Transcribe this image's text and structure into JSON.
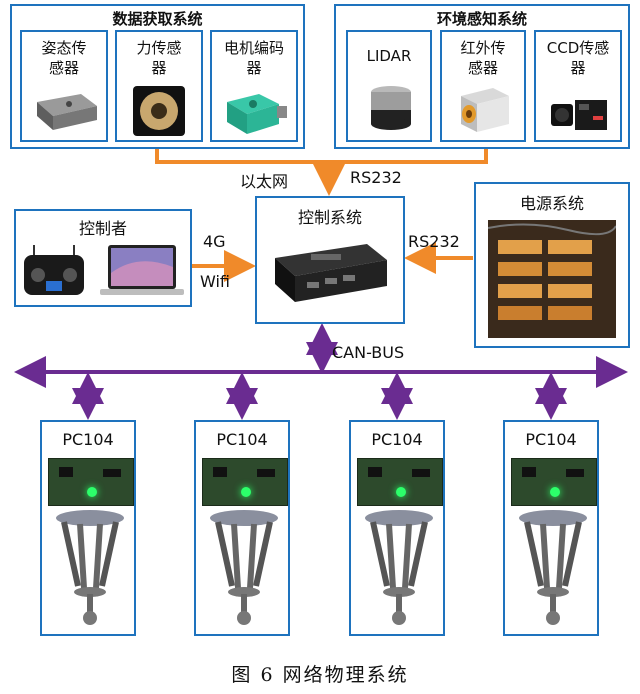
{
  "data_acquisition": {
    "title": "数据获取系统",
    "items": [
      {
        "label_line1": "姿态传",
        "label_line2": "感器"
      },
      {
        "label_line1": "力传感",
        "label_line2": "器"
      },
      {
        "label_line1": "电机编码",
        "label_line2": "器"
      }
    ]
  },
  "environment": {
    "title": "环境感知系统",
    "items": [
      {
        "label_line1": "LIDAR",
        "label_line2": ""
      },
      {
        "label_line1": "红外传",
        "label_line2": "感器"
      },
      {
        "label_line1": "CCD传感",
        "label_line2": "器"
      }
    ]
  },
  "connectors": {
    "ethernet": "以太网",
    "rs232_top": "RS232",
    "rs232_right": "RS232",
    "g4": "4G",
    "wifi": "Wifi",
    "canbus": "CAN-BUS"
  },
  "controller": {
    "title": "控制者"
  },
  "control_system": {
    "title": "控制系统"
  },
  "power_system": {
    "title": "电源系统"
  },
  "modules": [
    {
      "title": "PC104"
    },
    {
      "title": "PC104"
    },
    {
      "title": "PC104"
    },
    {
      "title": "PC104"
    }
  ],
  "caption": "图 6    网络物理系统",
  "colors": {
    "border": "#1e73be",
    "orange": "#f08a2a",
    "purple": "#6a2c91"
  }
}
